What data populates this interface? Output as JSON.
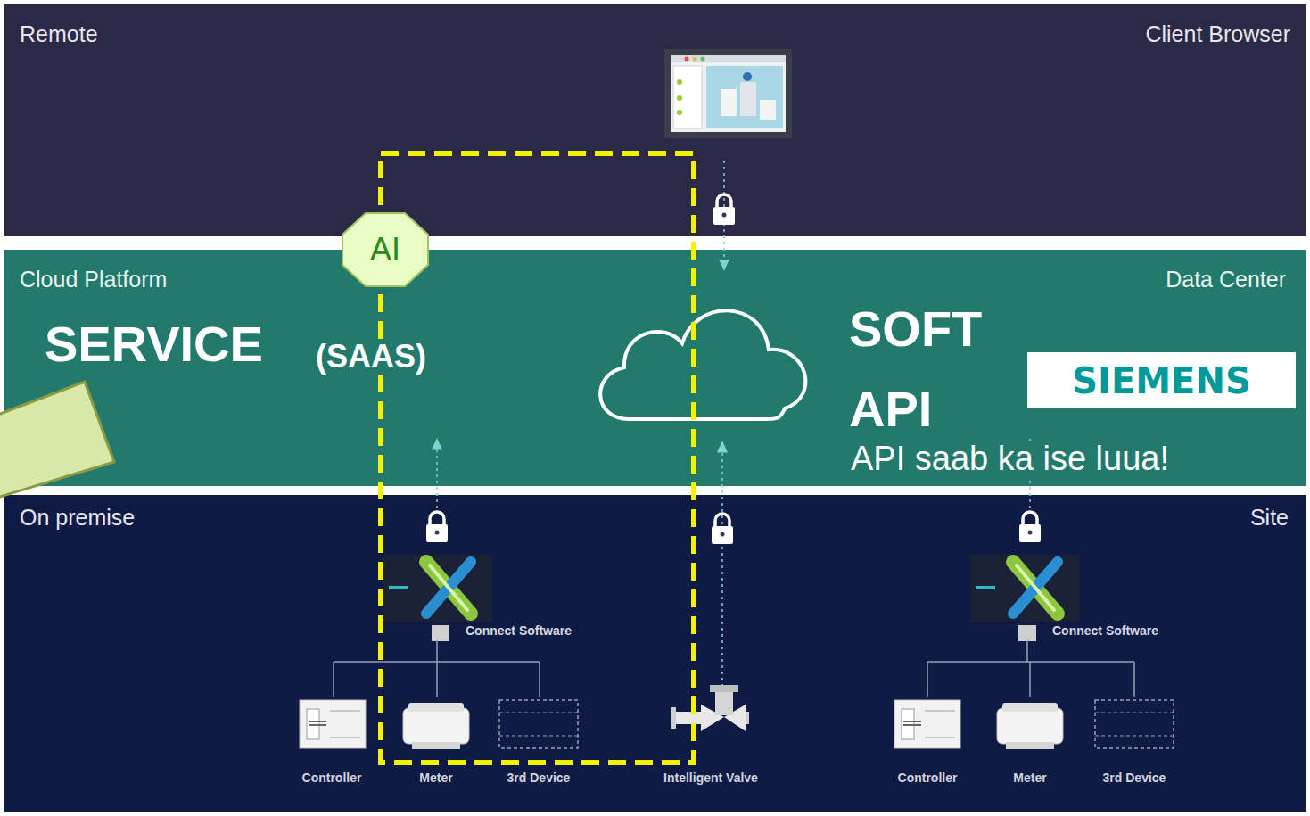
{
  "diagram": {
    "nodes": [
      {
        "text": [
          "Remote",
          "Client Browser"
        ]
      },
      {
        "text": [
          "Cloud Platform",
          "Data Center"
        ]
      },
      {
        "text": [
          "On premise",
          "Site"
        ]
      },
      {
        "text": [
          "AI"
        ]
      },
      {
        "text": [
          "SIEMENS"
        ],
        "in": 1
      }
    ],
    "labels": [
      "SERVICE",
      "(SAAS)",
      "SOFT",
      "API",
      "API saab ka  ise luua!",
      "Connect Software",
      "Connect Software",
      "Controller",
      "Meter",
      "3rd Device",
      "Intelligent Valve",
      "Controller",
      "Meter",
      "3rd Device"
    ]
  }
}
